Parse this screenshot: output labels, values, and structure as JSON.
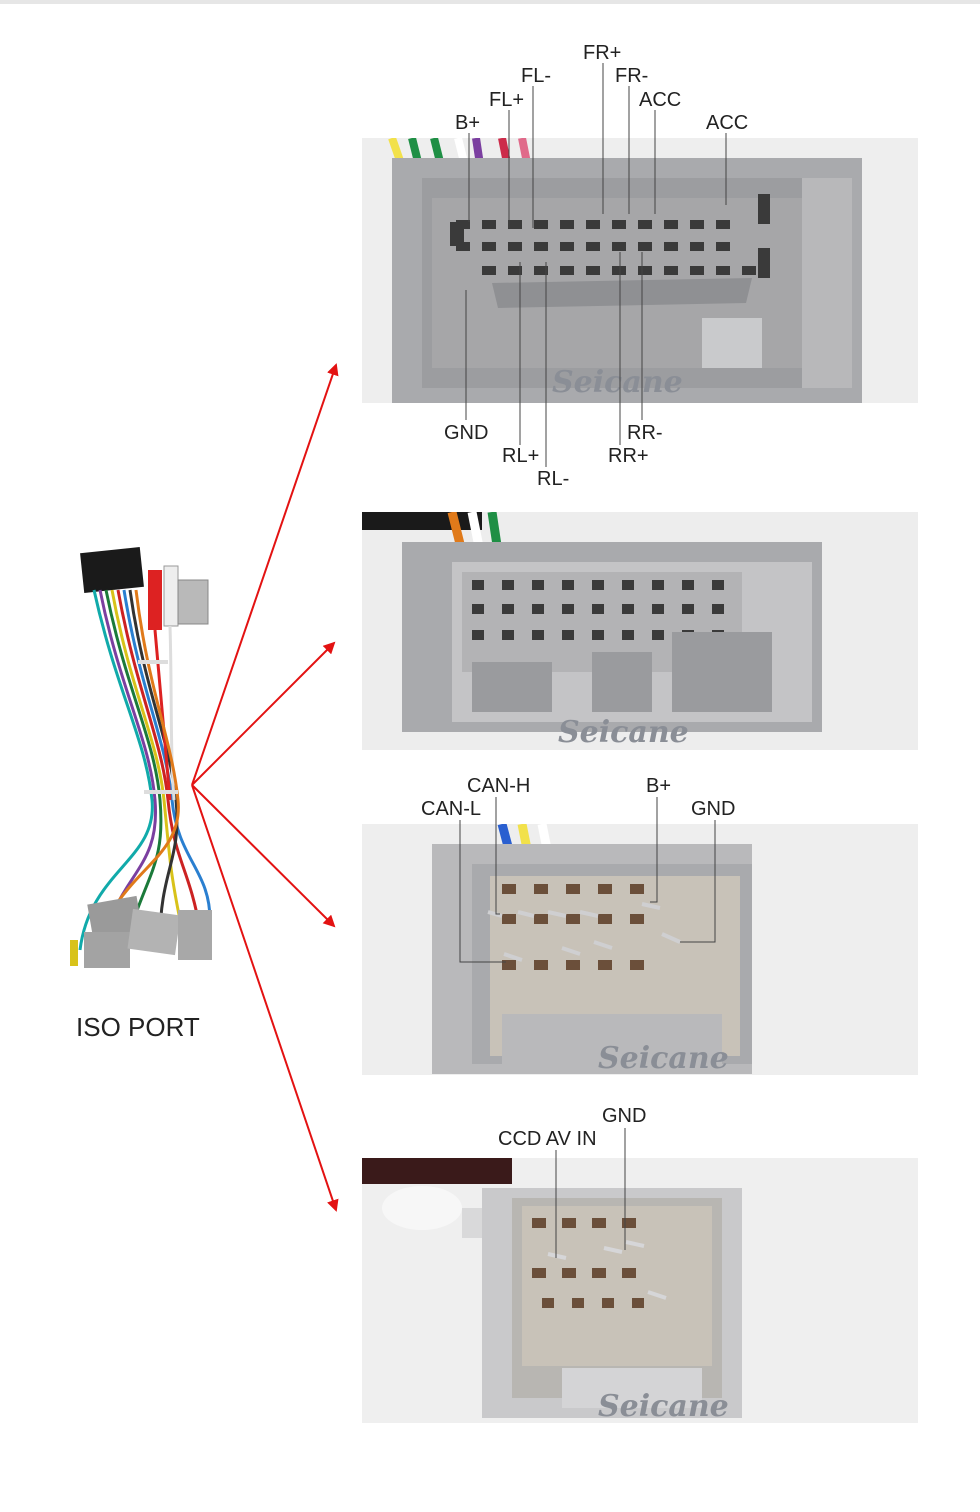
{
  "watermark": "Seicane",
  "iso_port": {
    "label": "ISO PORT"
  },
  "connector1": {
    "top_labels": [
      "B+",
      "FL+",
      "FL-",
      "FR+",
      "FR-",
      "ACC",
      "ACC"
    ],
    "bottom_labels": [
      "GND",
      "RL+",
      "RL-",
      "RR-",
      "RR+"
    ]
  },
  "connector3": {
    "labels": [
      "CAN-H",
      "CAN-L",
      "B+",
      "GND"
    ]
  },
  "connector4": {
    "labels": [
      "GND",
      "CCD AV IN"
    ]
  },
  "colors": {
    "arrow": "#e31212",
    "housing": "#a9aaad",
    "housing_inner": "#c8c2b8",
    "pin_slot": "#3a3a3a",
    "leader_line": "#444444"
  }
}
